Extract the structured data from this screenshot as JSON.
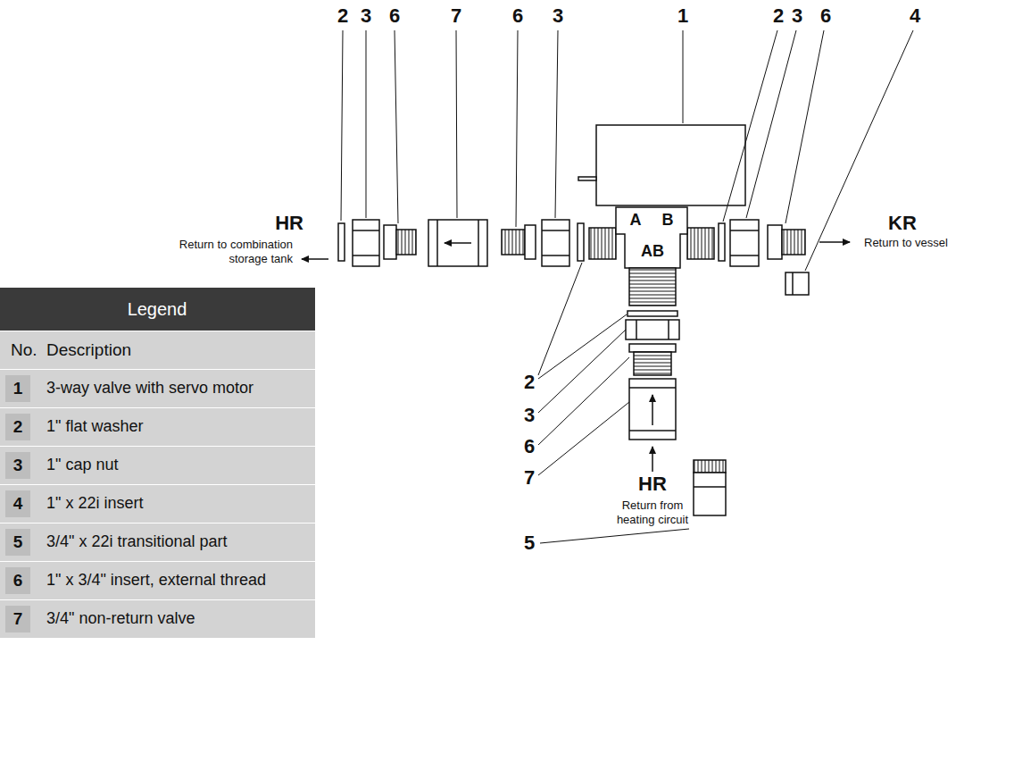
{
  "diagram": {
    "labels": [
      "2",
      "3",
      "6",
      "7",
      "6",
      "3",
      "1",
      "2",
      "3",
      "6",
      "4",
      "HR",
      "Return to combination storage tank",
      "KR",
      "Return to vessel",
      "A",
      "B",
      "AB",
      "2",
      "3",
      "6",
      "7",
      "5",
      "HR",
      "Return from heating circuit",
      "Legend",
      "No.",
      "Description",
      "1",
      "3-way valve with servo motor",
      "2",
      "1\" flat washer",
      "3",
      "1\" cap nut",
      "4",
      "1\" x 22i insert",
      "5",
      "3/4\" x 22i transitional part",
      "6",
      "1\" x 3/4\" insert, external thread",
      "7",
      "3/4\" non-return valve"
    ]
  }
}
